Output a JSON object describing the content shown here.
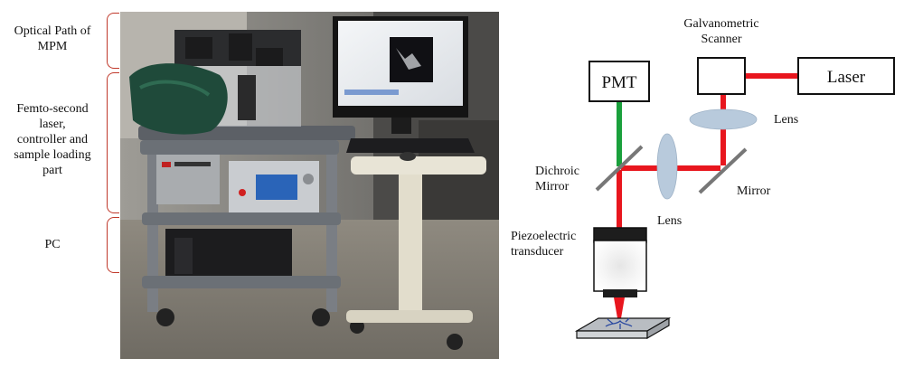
{
  "left_labels": {
    "optical_path": [
      "Optical Path of",
      "MPM"
    ],
    "laser_part": [
      "Femto-second",
      "laser,",
      "controller and",
      "sample loading",
      "part"
    ],
    "pc": [
      "PC"
    ]
  },
  "diagram": {
    "galvo_label": [
      "Galvanometric",
      "Scanner"
    ],
    "laser_box": "Laser",
    "pmt_box": "PMT",
    "lens_top": "Lens",
    "lens_mid": "Lens",
    "dichroic_label": [
      "Dichroic",
      "Mirror"
    ],
    "mirror_label": "Mirror",
    "piezo_label": [
      "Piezoelectric",
      "transducer"
    ]
  },
  "colors": {
    "laser_beam": "#e8161e",
    "emission_beam": "#1aa03c",
    "lens_fill": "#b8cadc",
    "bracket": "#c0392b"
  }
}
